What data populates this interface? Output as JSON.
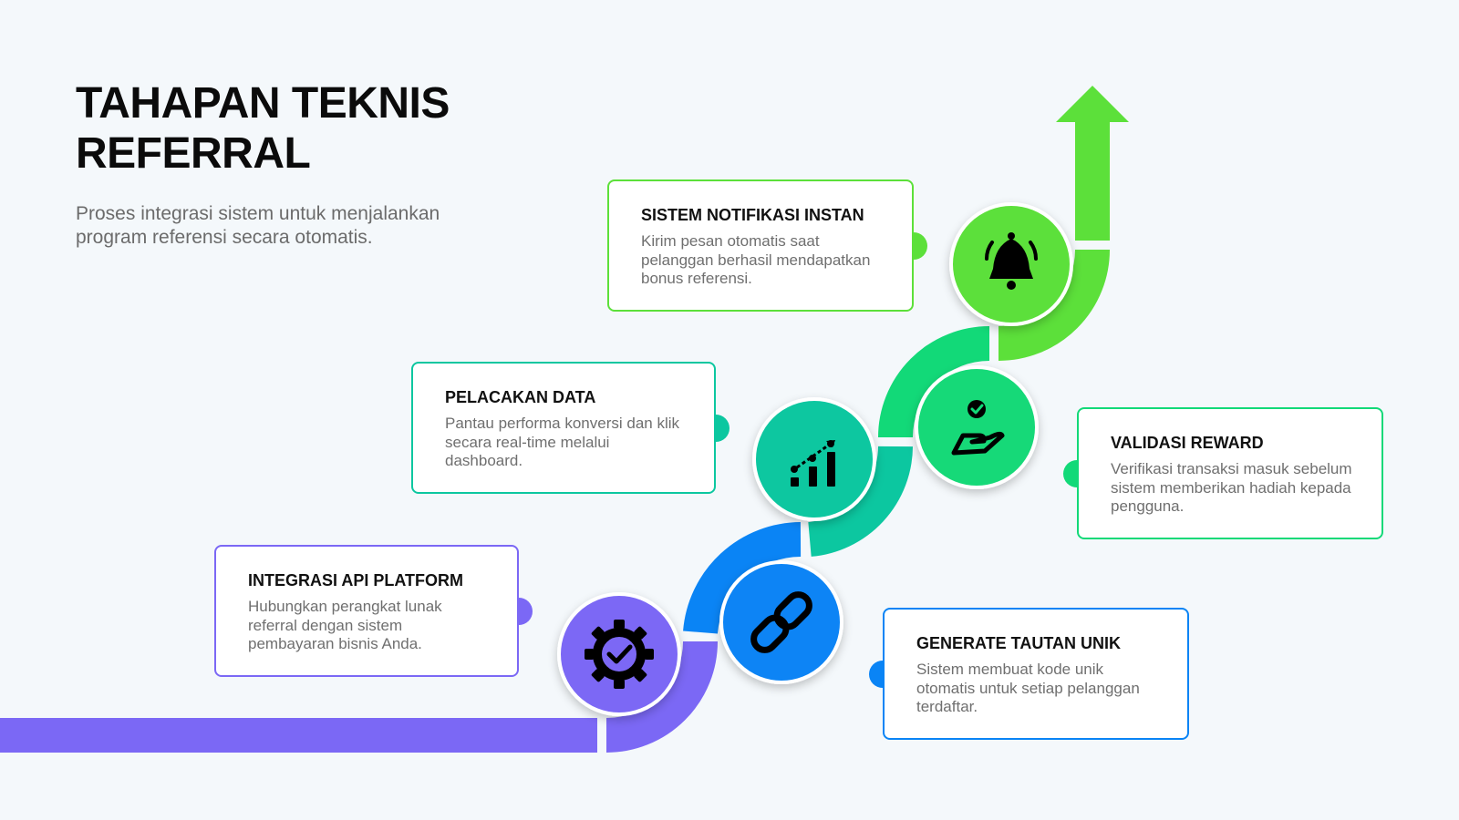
{
  "header": {
    "title_line1": "TAHAPAN TEKNIS",
    "title_line2": "REFERRAL",
    "subtitle": "Proses integrasi sistem untuk menjalankan program referensi secara otomatis."
  },
  "steps": [
    {
      "title": "INTEGRASI API PLATFORM",
      "description": "Hubungkan perangkat lunak referral dengan sistem pembayaran bisnis Anda.",
      "icon": "gear-check-icon",
      "color": "#7b68f5"
    },
    {
      "title": "GENERATE TAUTAN UNIK",
      "description": "Sistem membuat kode unik otomatis untuk setiap pelanggan terdaftar.",
      "icon": "chain-link-icon",
      "color": "#0a84f5"
    },
    {
      "title": "PELACAKAN DATA",
      "description": "Pantau performa konversi dan klik secara real-time melalui dashboard.",
      "icon": "growth-chart-icon",
      "color": "#0cc7a0"
    },
    {
      "title": "VALIDASI REWARD",
      "description": "Verifikasi transaksi masuk sebelum sistem memberikan hadiah kepada pengguna.",
      "icon": "hand-check-icon",
      "color": "#12d978"
    },
    {
      "title": "SISTEM NOTIFIKASI INSTAN",
      "description": "Kirim pesan otomatis saat pelanggan berhasil mendapatkan bonus referensi.",
      "icon": "bell-icon",
      "color": "#5ce03a"
    }
  ]
}
